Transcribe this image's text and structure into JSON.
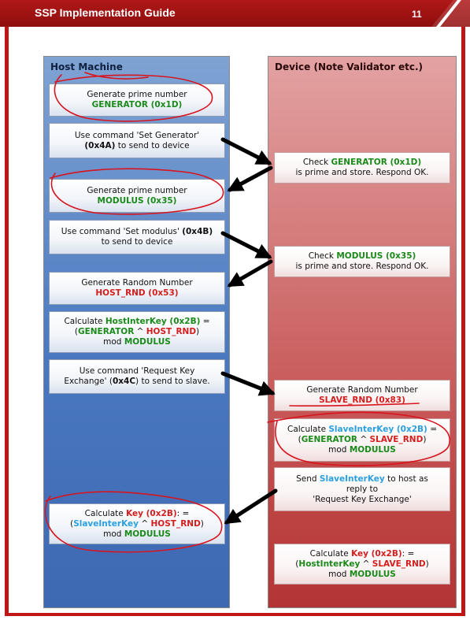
{
  "header": {
    "title": "SSP Implementation Guide",
    "page_number": "11"
  },
  "columns": {
    "host_title": "Host Machine",
    "device_title": "Device (Note Validator etc.)"
  },
  "host_steps": {
    "gen_generator": {
      "l1": "Generate prime number",
      "v1": "GENERATOR (0x1D)"
    },
    "set_generator": {
      "l1": "Use command 'Set Generator'",
      "c1": "(0x4A)",
      "t1": " to send to device"
    },
    "gen_modulus": {
      "l1": "Generate prime number",
      "v1": "MODULUS (0x35)"
    },
    "set_modulus": {
      "t1": "Use command 'Set modulus' ",
      "c1": "(0x4B)",
      "l2": "to send to device"
    },
    "gen_host_rnd": {
      "l1": "Generate Random Number",
      "v1": "HOST_RND (0x53)"
    },
    "calc_hostinterkey": {
      "t1": "Calculate ",
      "v1": "HostInterKey (0x2B)",
      "t2": " =",
      "t3": "(",
      "v2": "GENERATOR",
      "t4": " ^ ",
      "v3": "HOST_RND",
      "t5": ")",
      "t6": "mod ",
      "v4": "MODULUS"
    },
    "request_key_exchange": {
      "l1": "Use command 'Request Key",
      "t1": "Exchange' (",
      "c1": "0x4C",
      "t2": ") to send to slave."
    },
    "calc_key": {
      "t1": "Calculate ",
      "v1": "Key (0x2B)",
      "t2": ": =",
      "t3": "(",
      "v2": "SlaveInterKey",
      "t4": " ^ ",
      "v3": "HOST_RND",
      "t5": ")",
      "t6": "mod ",
      "v4": "MODULUS"
    }
  },
  "device_steps": {
    "check_generator": {
      "t1": "Check ",
      "v1": "GENERATOR (0x1D)",
      "l2": "is prime and store. Respond OK."
    },
    "check_modulus": {
      "t1": "Check ",
      "v1": "MODULUS (0x35)",
      "l2": "is prime and store. Respond OK."
    },
    "gen_slave_rnd": {
      "l1": "Generate Random Number",
      "v1": "SLAVE_RND (0x83)"
    },
    "calc_slaveinterkey": {
      "t1": "Calculate ",
      "v1": "SlaveInterKey (0x2B)",
      "t2": " =",
      "t3": "(",
      "v2": "GENERATOR",
      "t4": " ^ ",
      "v3": "SLAVE_RND",
      "t5": ")",
      "t6": "mod ",
      "v4": "MODULUS"
    },
    "send_slaveinterkey": {
      "t1": "Send ",
      "v1": "SlaveInterKey",
      "t2": " to host as",
      "l2": "reply to",
      "l3": "'Request Key Exchange'"
    },
    "calc_key": {
      "t1": "Calculate ",
      "v1": "Key (0x2B)",
      "t2": ": =",
      "t3": "(",
      "v2": "HostInterKey",
      "t4": " ^ ",
      "v3": "SLAVE_RND",
      "t5": ")",
      "t6": "mod ",
      "v4": "MODULUS"
    }
  },
  "colors": {
    "header": "#a11414",
    "host_column": "#4a78c0",
    "device_column": "#c24a4a",
    "green_value": "#1a8a1a",
    "red_value": "#d41e1e",
    "blue_value": "#2aa0e0",
    "annotation": "#d8141e"
  }
}
